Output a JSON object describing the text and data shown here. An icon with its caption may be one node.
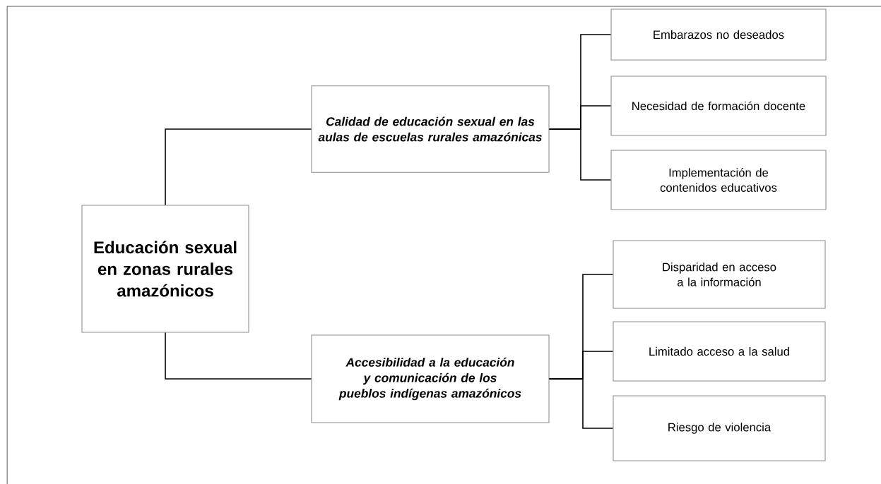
{
  "diagram": {
    "nodes": [
      {
        "text": [
          "Educación sexual en zonas rurales amazónicos"
        ]
      },
      {
        "text": [
          "Calidad de educación sexual en las aulas de escuelas rurales amazónicas"
        ]
      },
      {
        "text": [
          "Accesibilidad a la educación y comunicación de los pueblos indígenas amazónicos"
        ]
      },
      {
        "text": [
          "Embarazos no deseados"
        ]
      },
      {
        "text": [
          "Necesidad de formación docente"
        ]
      },
      {
        "text": [
          "Implementación de contenidos educativos"
        ]
      },
      {
        "text": [
          "Disparidad en acceso a la información"
        ]
      },
      {
        "text": [
          "Limitado acceso a la salud"
        ]
      },
      {
        "text": [
          "Riesgo de violencia"
        ]
      }
    ],
    "edges": [
      {
        "from": 0,
        "to": 1,
        "arrow": "none"
      },
      {
        "from": 0,
        "to": 2,
        "arrow": "none"
      },
      {
        "from": 1,
        "to": 3,
        "arrow": "none"
      },
      {
        "from": 1,
        "to": 4,
        "arrow": "none"
      },
      {
        "from": 1,
        "to": 5,
        "arrow": "none"
      },
      {
        "from": 2,
        "to": 6,
        "arrow": "none"
      },
      {
        "from": 2,
        "to": 7,
        "arrow": "none"
      },
      {
        "from": 2,
        "to": 8,
        "arrow": "none"
      }
    ]
  }
}
